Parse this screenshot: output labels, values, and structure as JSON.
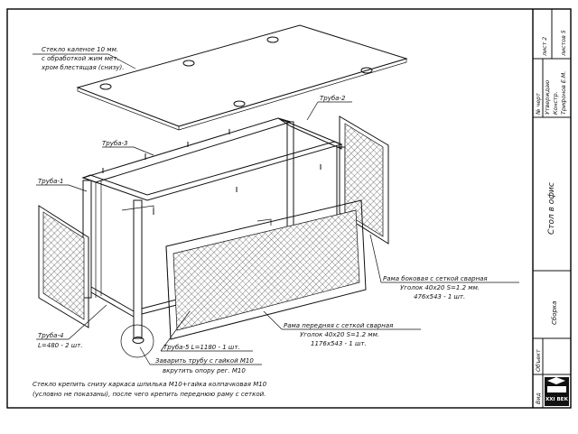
{
  "drawing": {
    "callouts": {
      "glass": [
        "Стекло каленое 10 мм.",
        "с обработкой жим мет.",
        "хром блестящая (снизу)."
      ],
      "pipe2": "Труба-2",
      "pipe3": "Труба-3",
      "pipe1": "Труба-1",
      "pipe4": [
        "Труба-4",
        "L=480 - 2 шт."
      ],
      "pipe5": "Труба-5 L=1180 - 1 шт.",
      "weld": [
        "Заварить трубу с гайкой М10",
        "вкрутить опору рег. М10"
      ],
      "side_frame": [
        "Рама боковая с сеткой сварная",
        "Уголок 40х20 S=1.2 мм.",
        "476х543 - 1 шт."
      ],
      "front_frame": [
        "Рама передняя с сеткой сварная",
        "Уголок 40х20 S=1.2 мм.",
        "1176х543 - 1 шт."
      ]
    },
    "note": [
      "Стекло крепить снизу каркаса шпилька М10+гайка колпачковая М10",
      "(условно не показаны), после чего крепить переднюю раму с сеткой."
    ]
  },
  "title_block": {
    "sheet": "лист 2",
    "sheets": "листов 5",
    "drawing_label": "№ черт",
    "approved": "Утверждаю",
    "designer": "Констр.",
    "designer_name": "Трифонов Е.М.",
    "title": "Стол в офис",
    "object_label": "Объект",
    "object_value": "Сборка",
    "view_label": "Вид",
    "logo_text": "XXI ВЕК"
  }
}
